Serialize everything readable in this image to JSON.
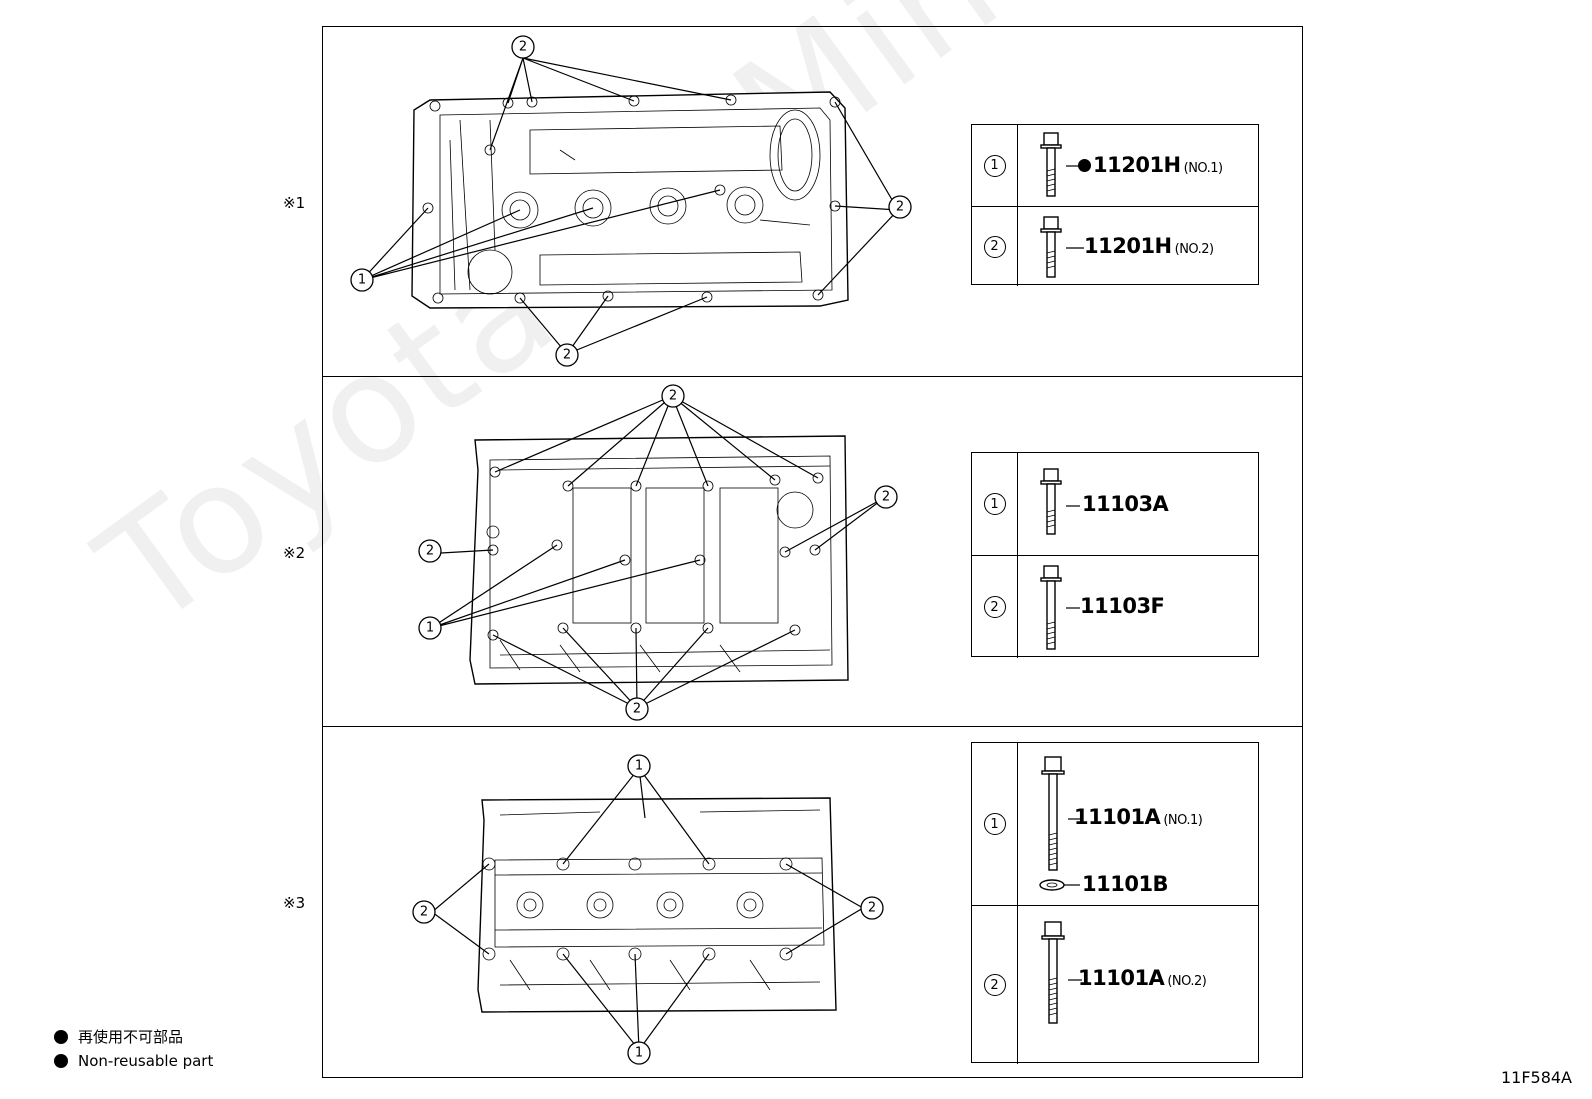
{
  "sections": [
    {
      "label": "※1",
      "parts": [
        {
          "num": "1",
          "code": "11201H",
          "qualifier": "(NO.1)",
          "non_reusable": true
        },
        {
          "num": "2",
          "code": "11201H",
          "qualifier": "(NO.2)",
          "non_reusable": false
        }
      ]
    },
    {
      "label": "※2",
      "parts": [
        {
          "num": "1",
          "code": "11103A",
          "qualifier": "",
          "non_reusable": false
        },
        {
          "num": "2",
          "code": "11103F",
          "qualifier": "",
          "non_reusable": false
        }
      ]
    },
    {
      "label": "※3",
      "parts": [
        {
          "num": "1",
          "code": "11101A",
          "qualifier": "(NO.1)",
          "non_reusable": false,
          "washer_code": "11101B"
        },
        {
          "num": "2",
          "code": "11101A",
          "qualifier": "(NO.2)",
          "non_reusable": false
        }
      ]
    }
  ],
  "callouts": {
    "one": "1",
    "two": "2"
  },
  "legend": {
    "line_jp": "再使用不可部品",
    "line_en": "Non-reusable part"
  },
  "reference_code": "11F584A",
  "watermark": "ToyotaCarMine.ru"
}
